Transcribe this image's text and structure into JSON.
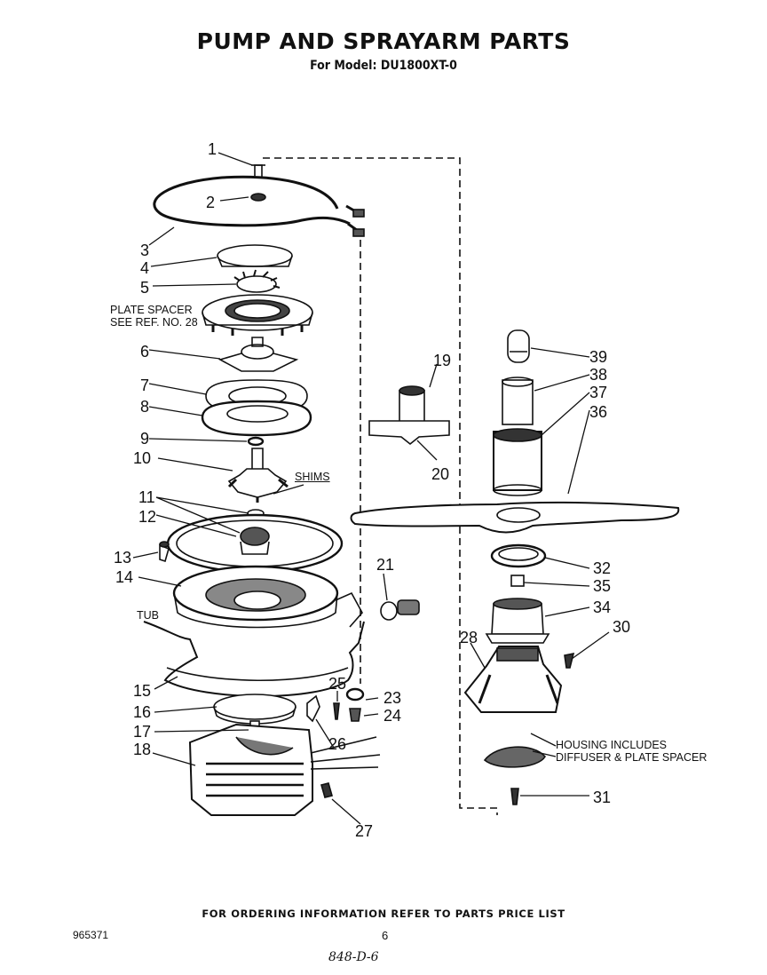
{
  "header": {
    "title": "PUMP AND SPRAYARM PARTS",
    "subtitle": "For Model: DU1800XT-0"
  },
  "notes": {
    "plate_spacer_line1": "PLATE SPACER",
    "plate_spacer_line2": "SEE REF. NO. 28",
    "shims": "SHIMS",
    "tub": "TUB",
    "housing_line1": "HOUSING INCLUDES",
    "housing_line2": "DIFFUSER & PLATE SPACER"
  },
  "callouts": [
    "1",
    "2",
    "3",
    "4",
    "5",
    "6",
    "7",
    "8",
    "9",
    "10",
    "11",
    "12",
    "13",
    "14",
    "15",
    "16",
    "17",
    "18",
    "19",
    "20",
    "21",
    "23",
    "24",
    "25",
    "26",
    "27",
    "28",
    "30",
    "31",
    "32",
    "34",
    "35",
    "36",
    "37",
    "38",
    "39"
  ],
  "footer": {
    "ordering": "FOR ORDERING INFORMATION REFER TO PARTS PRICE LIST",
    "doc_number": "965371",
    "page_number": "6",
    "handwritten": "848-D-6"
  }
}
